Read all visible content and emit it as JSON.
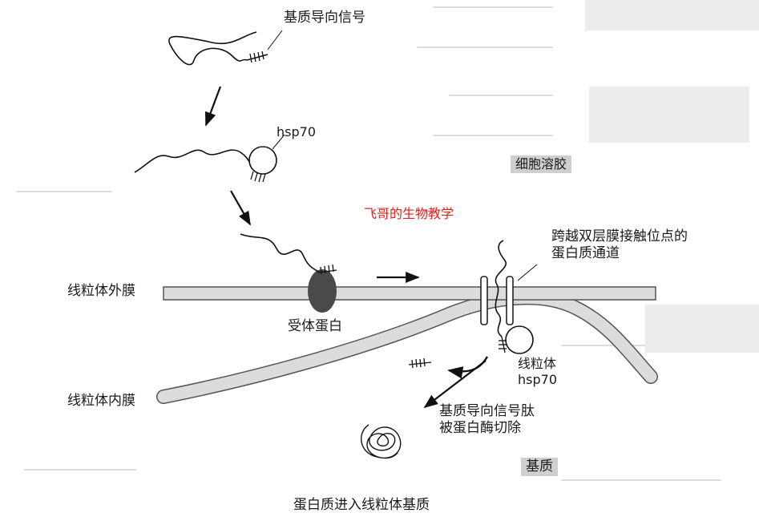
{
  "labels": {
    "signal": "基质导向信号",
    "hsp70_top": "hsp70",
    "cytosol": "细胞溶胶",
    "watermark": "飞哥的生物教学",
    "channel_line1": "跨越双层膜接触位点的",
    "channel_line2": "蛋白质通道",
    "outer_membrane": "线粒体外膜",
    "receptor": "受体蛋白",
    "mito_hsp70_line1": "线粒体",
    "mito_hsp70_line2": "hsp70",
    "inner_membrane": "线粒体内膜",
    "cleavage_line1": "基质导向信号肽",
    "cleavage_line2": "被蛋白酶切除",
    "matrix": "基质",
    "caption": "蛋白质进入线粒体基质"
  },
  "colors": {
    "membrane_fill": "#dcdcdc",
    "membrane_stroke": "#555555",
    "receptor_fill": "#4a4a4a",
    "label_box": "#cfcfcf",
    "watermark": "#dd2222",
    "line": "#111111"
  }
}
